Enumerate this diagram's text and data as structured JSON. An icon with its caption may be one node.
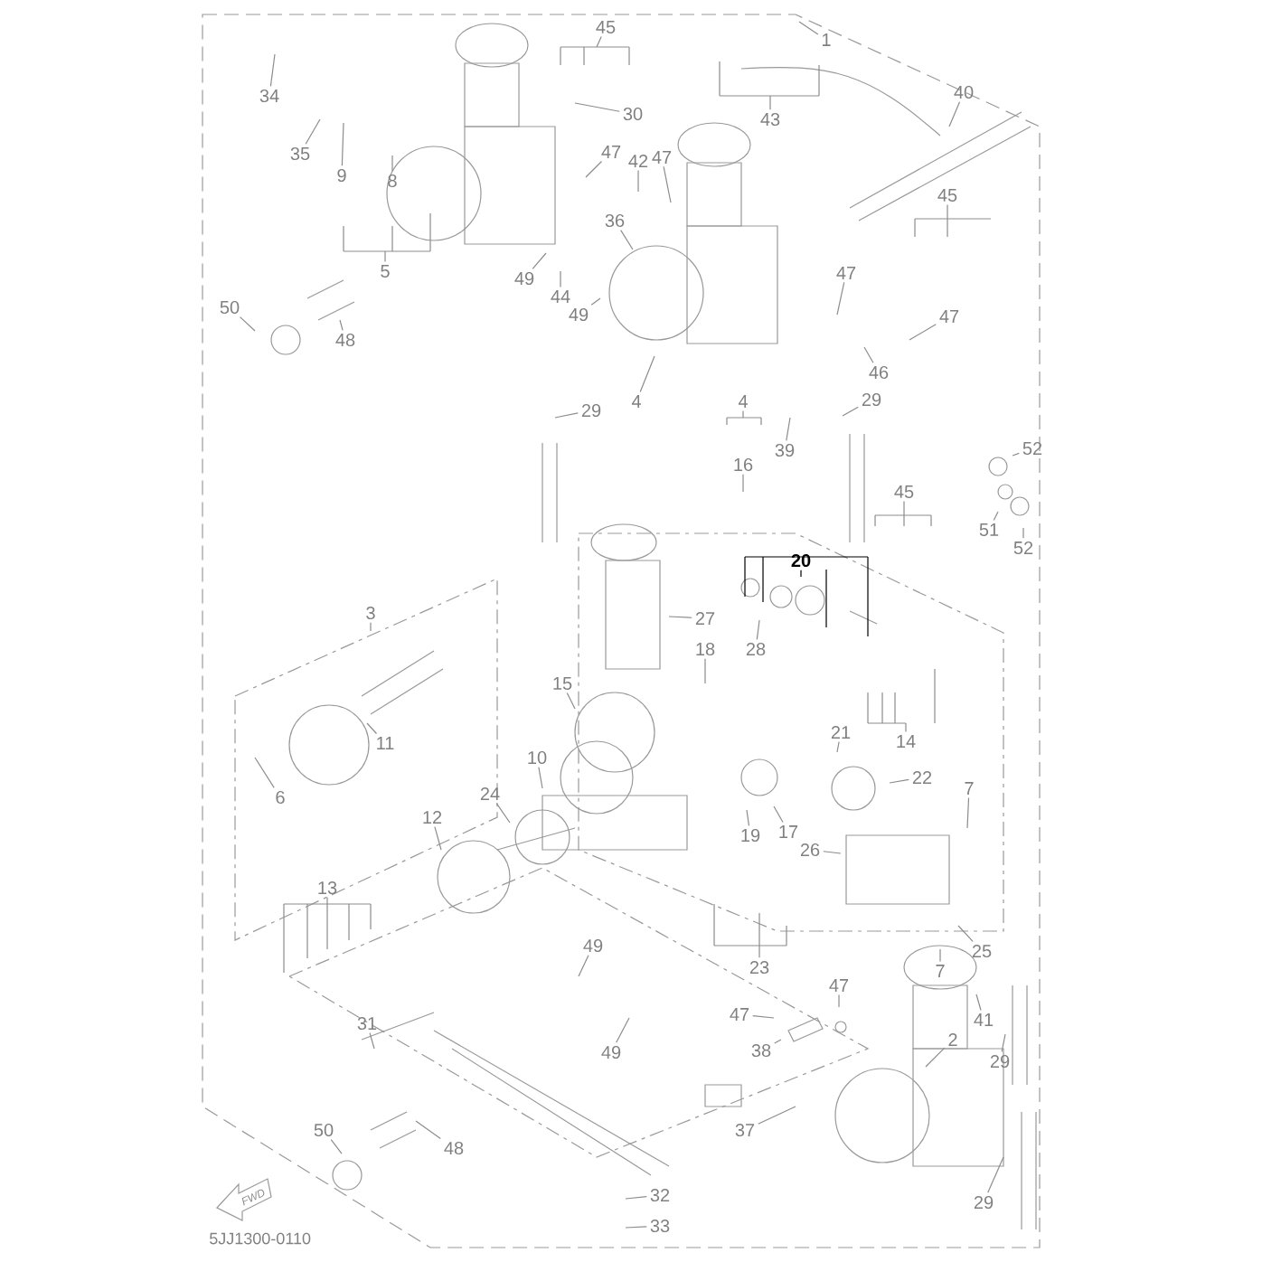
{
  "diagram": {
    "nodes": [
      {
        "text": [
          "45"
        ]
      },
      {
        "text": [
          "1"
        ]
      },
      {
        "text": [
          "34"
        ]
      },
      {
        "text": [
          "30"
        ]
      },
      {
        "text": [
          "43"
        ]
      },
      {
        "text": [
          "40"
        ]
      },
      {
        "text": [
          "35"
        ]
      },
      {
        "text": [
          "9"
        ]
      },
      {
        "text": [
          "8"
        ]
      },
      {
        "text": [
          "47"
        ]
      },
      {
        "text": [
          "42"
        ]
      },
      {
        "text": [
          "47"
        ]
      },
      {
        "text": [
          "36"
        ]
      },
      {
        "text": [
          "45"
        ]
      },
      {
        "text": [
          "5"
        ]
      },
      {
        "text": [
          "49"
        ]
      },
      {
        "text": [
          "44"
        ]
      },
      {
        "text": [
          "49"
        ]
      },
      {
        "text": [
          "47"
        ]
      },
      {
        "text": [
          "50"
        ]
      },
      {
        "text": [
          "47"
        ]
      },
      {
        "text": [
          "48"
        ]
      },
      {
        "text": [
          "46"
        ]
      },
      {
        "text": [
          "29"
        ]
      },
      {
        "text": [
          "4"
        ]
      },
      {
        "text": [
          "4"
        ]
      },
      {
        "text": [
          "29"
        ]
      },
      {
        "text": [
          "16"
        ]
      },
      {
        "text": [
          "39"
        ]
      },
      {
        "text": [
          "52"
        ]
      },
      {
        "text": [
          "45"
        ]
      },
      {
        "text": [
          "51"
        ]
      },
      {
        "text": [
          "52"
        ]
      },
      {
        "text": [
          "20"
        ]
      },
      {
        "text": [
          "3"
        ]
      },
      {
        "text": [
          "27"
        ]
      },
      {
        "text": [
          "28"
        ]
      },
      {
        "text": [
          "18"
        ]
      },
      {
        "text": [
          "15"
        ]
      },
      {
        "text": [
          "21"
        ]
      },
      {
        "text": [
          "14"
        ]
      },
      {
        "text": [
          "11"
        ]
      },
      {
        "text": [
          "10"
        ]
      },
      {
        "text": [
          "22"
        ]
      },
      {
        "text": [
          "7"
        ]
      },
      {
        "text": [
          "6"
        ]
      },
      {
        "text": [
          "24"
        ]
      },
      {
        "text": [
          "12"
        ]
      },
      {
        "text": [
          "19"
        ]
      },
      {
        "text": [
          "17"
        ]
      },
      {
        "text": [
          "26"
        ]
      },
      {
        "text": [
          "13"
        ]
      },
      {
        "text": [
          "25"
        ]
      },
      {
        "text": [
          "49"
        ]
      },
      {
        "text": [
          "23"
        ]
      },
      {
        "text": [
          "7"
        ]
      },
      {
        "text": [
          "47"
        ]
      },
      {
        "text": [
          "47"
        ]
      },
      {
        "text": [
          "41"
        ]
      },
      {
        "text": [
          "2"
        ]
      },
      {
        "text": [
          "31"
        ]
      },
      {
        "text": [
          "38"
        ]
      },
      {
        "text": [
          "49"
        ]
      },
      {
        "text": [
          "29"
        ]
      },
      {
        "text": [
          "37"
        ]
      },
      {
        "text": [
          "50"
        ]
      },
      {
        "text": [
          "48"
        ]
      },
      {
        "text": [
          "32"
        ]
      },
      {
        "text": [
          "29"
        ]
      },
      {
        "text": [
          "33"
        ]
      }
    ],
    "edges": [
      {
        "from": 0,
        "to": null,
        "arrow": "none"
      },
      {
        "from": 1,
        "to": null,
        "arrow": "none"
      },
      {
        "from": 2,
        "to": null,
        "arrow": "none"
      },
      {
        "from": 3,
        "to": null,
        "arrow": "none"
      },
      {
        "from": 4,
        "to": null,
        "arrow": "none"
      },
      {
        "from": 5,
        "to": null,
        "arrow": "none"
      },
      {
        "from": 6,
        "to": null,
        "arrow": "none"
      },
      {
        "from": 7,
        "to": null,
        "arrow": "none"
      },
      {
        "from": 8,
        "to": null,
        "arrow": "none"
      },
      {
        "from": 9,
        "to": null,
        "arrow": "none"
      },
      {
        "from": 10,
        "to": null,
        "arrow": "none"
      },
      {
        "from": 11,
        "to": null,
        "arrow": "none"
      },
      {
        "from": 12,
        "to": null,
        "arrow": "none"
      },
      {
        "from": 13,
        "to": null,
        "arrow": "none"
      },
      {
        "from": 14,
        "to": null,
        "arrow": "none"
      },
      {
        "from": 15,
        "to": null,
        "arrow": "none"
      },
      {
        "from": 16,
        "to": null,
        "arrow": "none"
      },
      {
        "from": 17,
        "to": null,
        "arrow": "none"
      },
      {
        "from": 18,
        "to": null,
        "arrow": "none"
      },
      {
        "from": 19,
        "to": null,
        "arrow": "none"
      },
      {
        "from": 20,
        "to": null,
        "arrow": "none"
      },
      {
        "from": 21,
        "to": null,
        "arrow": "none"
      },
      {
        "from": 22,
        "to": null,
        "arrow": "none"
      },
      {
        "from": 23,
        "to": null,
        "arrow": "none"
      },
      {
        "from": 24,
        "to": null,
        "arrow": "none"
      },
      {
        "from": 25,
        "to": null,
        "arrow": "none"
      },
      {
        "from": 26,
        "to": null,
        "arrow": "none"
      },
      {
        "from": 27,
        "to": null,
        "arrow": "none"
      },
      {
        "from": 28,
        "to": null,
        "arrow": "none"
      },
      {
        "from": 29,
        "to": null,
        "arrow": "none"
      },
      {
        "from": 30,
        "to": null,
        "arrow": "none"
      },
      {
        "from": 31,
        "to": null,
        "arrow": "none"
      },
      {
        "from": 32,
        "to": null,
        "arrow": "none"
      },
      {
        "from": 33,
        "to": null,
        "arrow": "none",
        "color": "#000000"
      },
      {
        "from": 34,
        "to": null,
        "arrow": "none"
      },
      {
        "from": 35,
        "to": null,
        "arrow": "none"
      },
      {
        "from": 36,
        "to": null,
        "arrow": "none"
      },
      {
        "from": 37,
        "to": null,
        "arrow": "none"
      },
      {
        "from": 38,
        "to": null,
        "arrow": "none"
      },
      {
        "from": 39,
        "to": null,
        "arrow": "none"
      },
      {
        "from": 40,
        "to": null,
        "arrow": "none"
      },
      {
        "from": 41,
        "to": null,
        "arrow": "none"
      },
      {
        "from": 42,
        "to": null,
        "arrow": "none"
      },
      {
        "from": 43,
        "to": null,
        "arrow": "none"
      },
      {
        "from": 44,
        "to": null,
        "arrow": "none"
      },
      {
        "from": 45,
        "to": null,
        "arrow": "none"
      },
      {
        "from": 46,
        "to": null,
        "arrow": "none"
      },
      {
        "from": 47,
        "to": null,
        "arrow": "none"
      },
      {
        "from": 48,
        "to": null,
        "arrow": "none"
      },
      {
        "from": 49,
        "to": null,
        "arrow": "none"
      },
      {
        "from": 50,
        "to": null,
        "arrow": "none"
      },
      {
        "from": 51,
        "to": null,
        "arrow": "none"
      },
      {
        "from": 52,
        "to": null,
        "arrow": "none"
      },
      {
        "from": 53,
        "to": null,
        "arrow": "none"
      },
      {
        "from": 54,
        "to": null,
        "arrow": "none"
      },
      {
        "from": 55,
        "to": null,
        "arrow": "none"
      },
      {
        "from": 56,
        "to": null,
        "arrow": "none"
      },
      {
        "from": 57,
        "to": null,
        "arrow": "none"
      },
      {
        "from": 58,
        "to": null,
        "arrow": "none"
      },
      {
        "from": 59,
        "to": null,
        "arrow": "none"
      },
      {
        "from": 60,
        "to": null,
        "arrow": "none"
      },
      {
        "from": 61,
        "to": null,
        "arrow": "none"
      },
      {
        "from": 62,
        "to": null,
        "arrow": "none"
      },
      {
        "from": 63,
        "to": null,
        "arrow": "none"
      },
      {
        "from": 64,
        "to": null,
        "arrow": "none"
      },
      {
        "from": 65,
        "to": null,
        "arrow": "none"
      },
      {
        "from": 66,
        "to": null,
        "arrow": "none"
      },
      {
        "from": 67,
        "to": null,
        "arrow": "none"
      },
      {
        "from": 68,
        "to": null,
        "arrow": "none"
      },
      {
        "from": 69,
        "to": null,
        "arrow": "none"
      }
    ],
    "labels": [
      "FWD",
      "5JJ1300-0110"
    ]
  }
}
